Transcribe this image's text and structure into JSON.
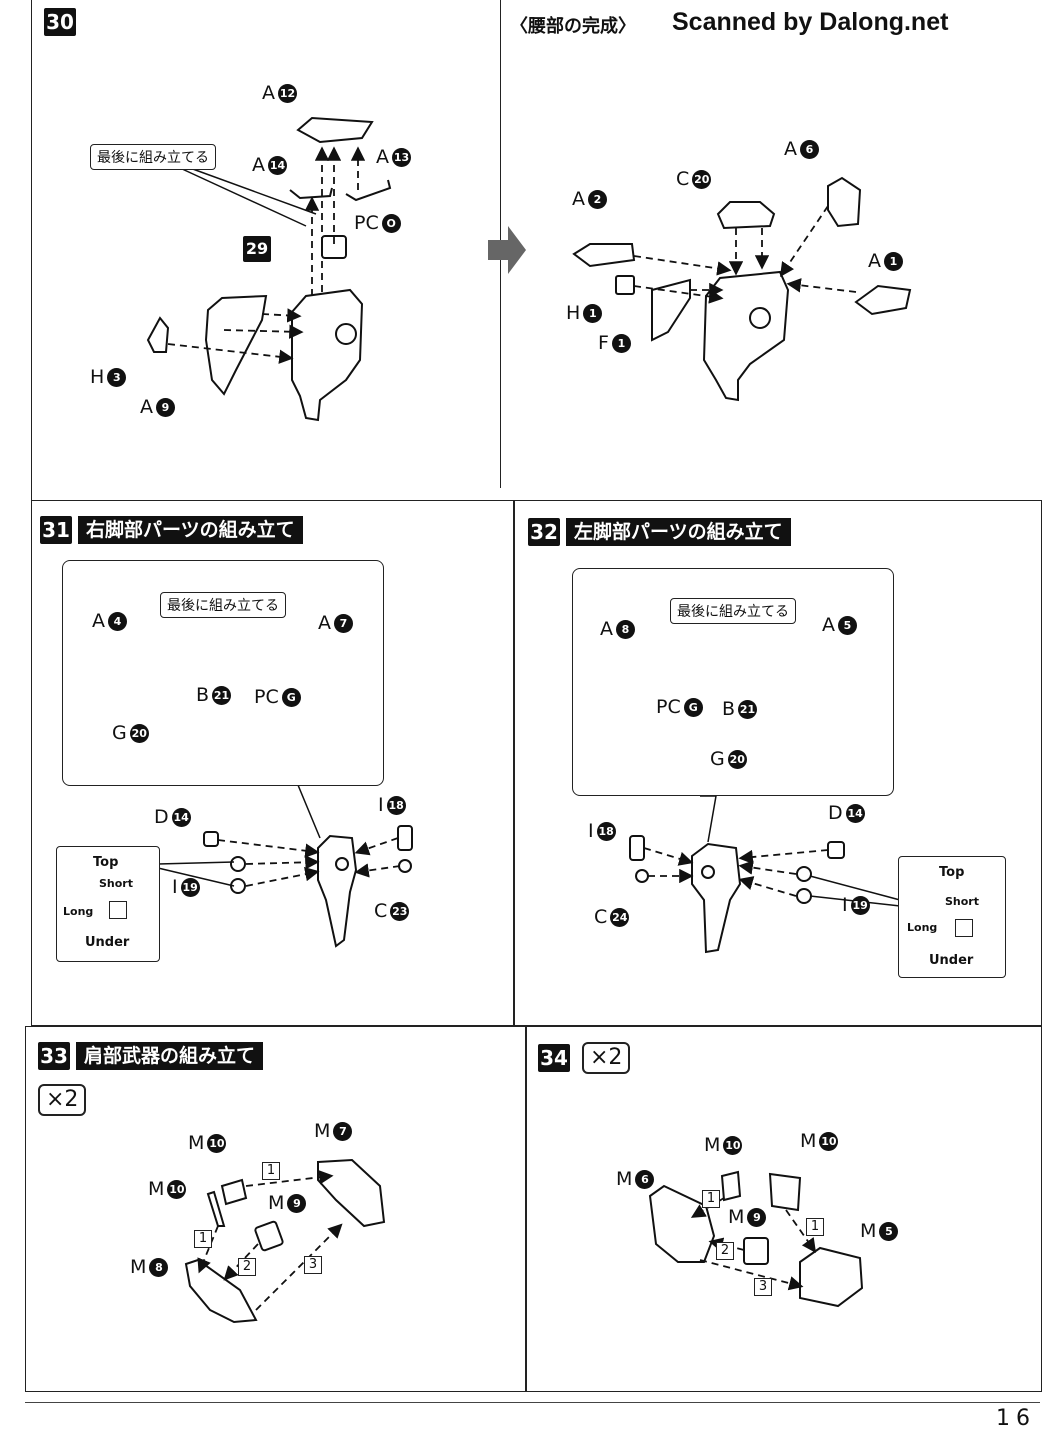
{
  "header": {
    "waist_complete": "〈腰部の完成〉",
    "scan_credit": "Scanned by Dalong.net"
  },
  "callout_text": "最後に組み立てる",
  "orientation": {
    "top": "Top",
    "short": "Short",
    "long": "Long",
    "under": "Under"
  },
  "multiplier": "×2",
  "page_number": "16",
  "steps": {
    "s30": {
      "number": "30",
      "ref_step": "29",
      "parts": [
        {
          "letter": "A",
          "num": "12"
        },
        {
          "letter": "A",
          "num": "14"
        },
        {
          "letter": "A",
          "num": "13"
        },
        {
          "letter": "PC",
          "num": "O"
        },
        {
          "letter": "H",
          "num": "3"
        },
        {
          "letter": "A",
          "num": "9"
        }
      ]
    },
    "waist": {
      "parts": [
        {
          "letter": "A",
          "num": "6"
        },
        {
          "letter": "C",
          "num": "20"
        },
        {
          "letter": "A",
          "num": "2"
        },
        {
          "letter": "A",
          "num": "1"
        },
        {
          "letter": "H",
          "num": "1"
        },
        {
          "letter": "F",
          "num": "1"
        }
      ]
    },
    "s31": {
      "number": "31",
      "title": "右脚部パーツの組み立て",
      "parts": [
        {
          "letter": "A",
          "num": "4"
        },
        {
          "letter": "A",
          "num": "7"
        },
        {
          "letter": "B",
          "num": "21"
        },
        {
          "letter": "PC",
          "num": "G"
        },
        {
          "letter": "G",
          "num": "20"
        },
        {
          "letter": "D",
          "num": "14"
        },
        {
          "letter": "I",
          "num": "18"
        },
        {
          "letter": "I",
          "num": "19"
        },
        {
          "letter": "C",
          "num": "23"
        }
      ]
    },
    "s32": {
      "number": "32",
      "title": "左脚部パーツの組み立て",
      "parts": [
        {
          "letter": "A",
          "num": "8"
        },
        {
          "letter": "A",
          "num": "5"
        },
        {
          "letter": "PC",
          "num": "G"
        },
        {
          "letter": "B",
          "num": "21"
        },
        {
          "letter": "G",
          "num": "20"
        },
        {
          "letter": "D",
          "num": "14"
        },
        {
          "letter": "I",
          "num": "18"
        },
        {
          "letter": "C",
          "num": "24"
        },
        {
          "letter": "I",
          "num": "19"
        }
      ]
    },
    "s33": {
      "number": "33",
      "title": "肩部武器の組み立て",
      "parts": [
        {
          "letter": "M",
          "num": "10"
        },
        {
          "letter": "M",
          "num": "7"
        },
        {
          "letter": "M",
          "num": "10"
        },
        {
          "letter": "M",
          "num": "9"
        },
        {
          "letter": "M",
          "num": "8"
        }
      ],
      "order": [
        "1",
        "1",
        "2",
        "3"
      ]
    },
    "s34": {
      "number": "34",
      "parts": [
        {
          "letter": "M",
          "num": "10"
        },
        {
          "letter": "M",
          "num": "10"
        },
        {
          "letter": "M",
          "num": "6"
        },
        {
          "letter": "M",
          "num": "9"
        },
        {
          "letter": "M",
          "num": "5"
        }
      ],
      "order": [
        "1",
        "1",
        "2",
        "3"
      ]
    }
  }
}
